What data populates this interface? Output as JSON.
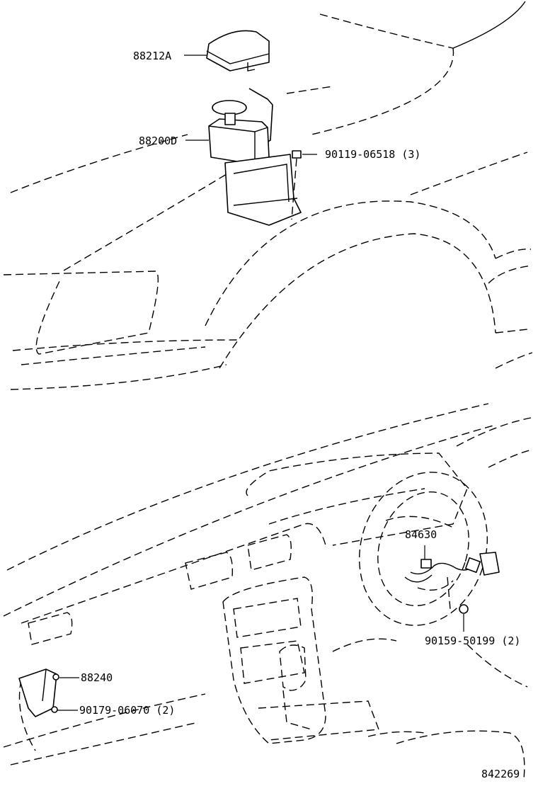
{
  "diagram": {
    "labels": {
      "p88212A": "88212A",
      "p88200D": "88200D",
      "p90119": "90119-06518 (3)",
      "p84630": "84630",
      "p90159": "90159-50199 (2)",
      "p88240": "88240",
      "p90179": "90179-06070 (2)",
      "figure_number": "842269"
    }
  }
}
